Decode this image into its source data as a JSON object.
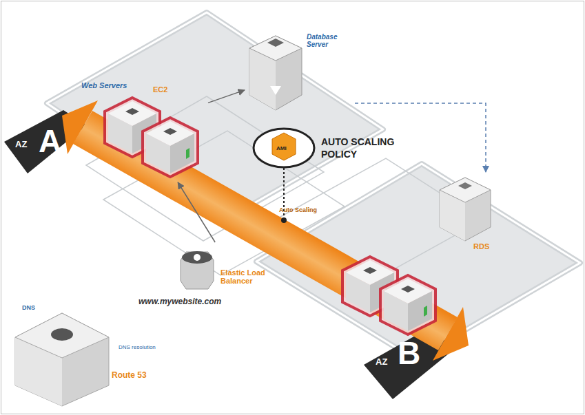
{
  "diagram": {
    "nodes": [
      {
        "text": [
          "AZ",
          "A"
        ]
      },
      {
        "text": [
          "Web Servers",
          "EC2"
        ],
        "in": 0
      },
      {
        "text": [
          "Database Server"
        ],
        "in": 0
      },
      {
        "text": [
          "AZ",
          "B"
        ]
      },
      {
        "text": [
          "RDS"
        ],
        "in": 3
      },
      {
        "text": [
          "AMI",
          "AUTO SCALING POLICY"
        ]
      },
      {
        "text": [
          "Elastic Load Balancer"
        ]
      },
      {
        "text": [
          "DNS",
          "Route 53"
        ]
      }
    ],
    "edges": [
      {
        "from": 1,
        "to": 2,
        "arrow": "to"
      },
      {
        "from": 2,
        "to": 4,
        "arrow": "to"
      },
      {
        "from": 6,
        "to": 1,
        "arrow": "to"
      },
      {
        "from": 7,
        "to": 6,
        "label": "www.mywebsite.com",
        "arrow": "both"
      }
    ],
    "labels": [
      "Auto Scaling",
      "DNS resolution"
    ]
  }
}
